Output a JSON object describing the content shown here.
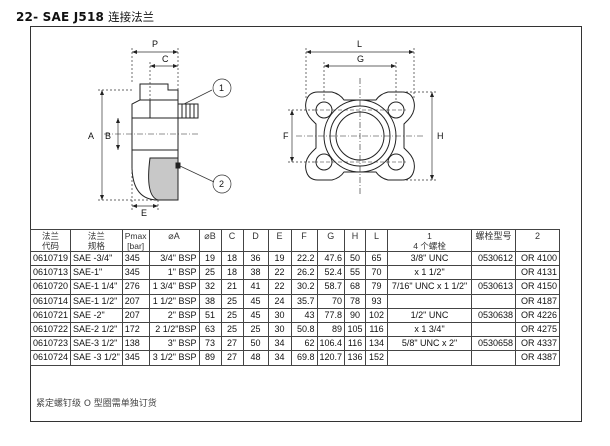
{
  "title": {
    "code": "22- SAE J518",
    "subtitle": "连接法兰"
  },
  "drawing_labels": {
    "P": "P",
    "C": "C",
    "A": "A",
    "B": "B",
    "E": "E",
    "L": "L",
    "G": "G",
    "F": "F",
    "H": "H",
    "callout_1": "1",
    "callout_2": "2"
  },
  "table": {
    "headers": [
      {
        "l1": "法兰",
        "l2": "代码"
      },
      {
        "l1": "法兰",
        "l2": "规格"
      },
      {
        "l1": "Pmax",
        "l2": "[bar]"
      },
      {
        "l1": "⌀A",
        "l2": ""
      },
      {
        "l1": "⌀B",
        "l2": ""
      },
      {
        "l1": "C",
        "l2": ""
      },
      {
        "l1": "D",
        "l2": ""
      },
      {
        "l1": "E",
        "l2": ""
      },
      {
        "l1": "F",
        "l2": ""
      },
      {
        "l1": "G",
        "l2": ""
      },
      {
        "l1": "H",
        "l2": ""
      },
      {
        "l1": "L",
        "l2": ""
      },
      {
        "l1": "1",
        "l2": "4 个螺栓"
      },
      {
        "l1": "螺栓型号",
        "l2": ""
      },
      {
        "l1": "2",
        "l2": ""
      }
    ],
    "rows": [
      {
        "code": "0610719",
        "size": "SAE -3/4\"",
        "pmax": "345",
        "a": "3/4\" BSP",
        "b": "19",
        "c": "18",
        "d": "36",
        "e": "19",
        "f": "22.2",
        "g": "47.6",
        "h": "50",
        "l": "65",
        "bolt": "3/8\" UNC",
        "bolt_code": "0530612",
        "oring": "OR 4100"
      },
      {
        "code": "0610713",
        "size": "SAE-1\"",
        "pmax": "345",
        "a": "1\" BSP",
        "b": "25",
        "c": "18",
        "d": "38",
        "e": "22",
        "f": "26.2",
        "g": "52.4",
        "h": "55",
        "l": "70",
        "bolt": "x 1 1/2\"",
        "bolt_code": "",
        "oring": "OR 4131"
      },
      {
        "code": "0610720",
        "size": "SAE-1 1/4\"",
        "pmax": "276",
        "a": "1 3/4\" BSP",
        "b": "32",
        "c": "21",
        "d": "41",
        "e": "22",
        "f": "30.2",
        "g": "58.7",
        "h": "68",
        "l": "79",
        "bolt": "7/16\" UNC x 1 1/2\"",
        "bolt_code": "0530613",
        "oring": "OR 4150"
      },
      {
        "code": "0610714",
        "size": "SAE-1 1/2\"",
        "pmax": "207",
        "a": "1 1/2\" BSP",
        "b": "38",
        "c": "25",
        "d": "45",
        "e": "24",
        "f": "35.7",
        "g": "70",
        "h": "78",
        "l": "93",
        "bolt": "",
        "bolt_code": "",
        "oring": "OR 4187"
      },
      {
        "code": "0610721",
        "size": "SAE -2\"",
        "pmax": "207",
        "a": "2\" BSP",
        "b": "51",
        "c": "25",
        "d": "45",
        "e": "30",
        "f": "43",
        "g": "77.8",
        "h": "90",
        "l": "102",
        "bolt": "1/2\" UNC",
        "bolt_code": "0530638",
        "oring": "OR 4226"
      },
      {
        "code": "0610722",
        "size": "SAE-2 1/2\"",
        "pmax": "172",
        "a": "2 1/2\"BSP",
        "b": "63",
        "c": "25",
        "d": "25",
        "e": "30",
        "f": "50.8",
        "g": "89",
        "h": "105",
        "l": "116",
        "bolt": "x 1 3/4\"",
        "bolt_code": "",
        "oring": "OR 4275"
      },
      {
        "code": "0610723",
        "size": "SAE-3 1/2\"",
        "pmax": "138",
        "a": "3\" BSP",
        "b": "73",
        "c": "27",
        "d": "50",
        "e": "34",
        "f": "62",
        "g": "106.4",
        "h": "116",
        "l": "134",
        "bolt": "5/8\" UNC x 2\"",
        "bolt_code": "0530658",
        "oring": "OR 4337"
      },
      {
        "code": "0610724",
        "size": "SAE -3 1/2\"",
        "pmax": "345",
        "a": "3 1/2\" BSP",
        "b": "89",
        "c": "27",
        "d": "48",
        "e": "34",
        "f": "69.8",
        "g": "120.7",
        "h": "136",
        "l": "152",
        "bolt": "",
        "bolt_code": "",
        "oring": "OR 4387"
      }
    ]
  },
  "footnote": "紧定螺钉级 O 型圈需单独订货"
}
